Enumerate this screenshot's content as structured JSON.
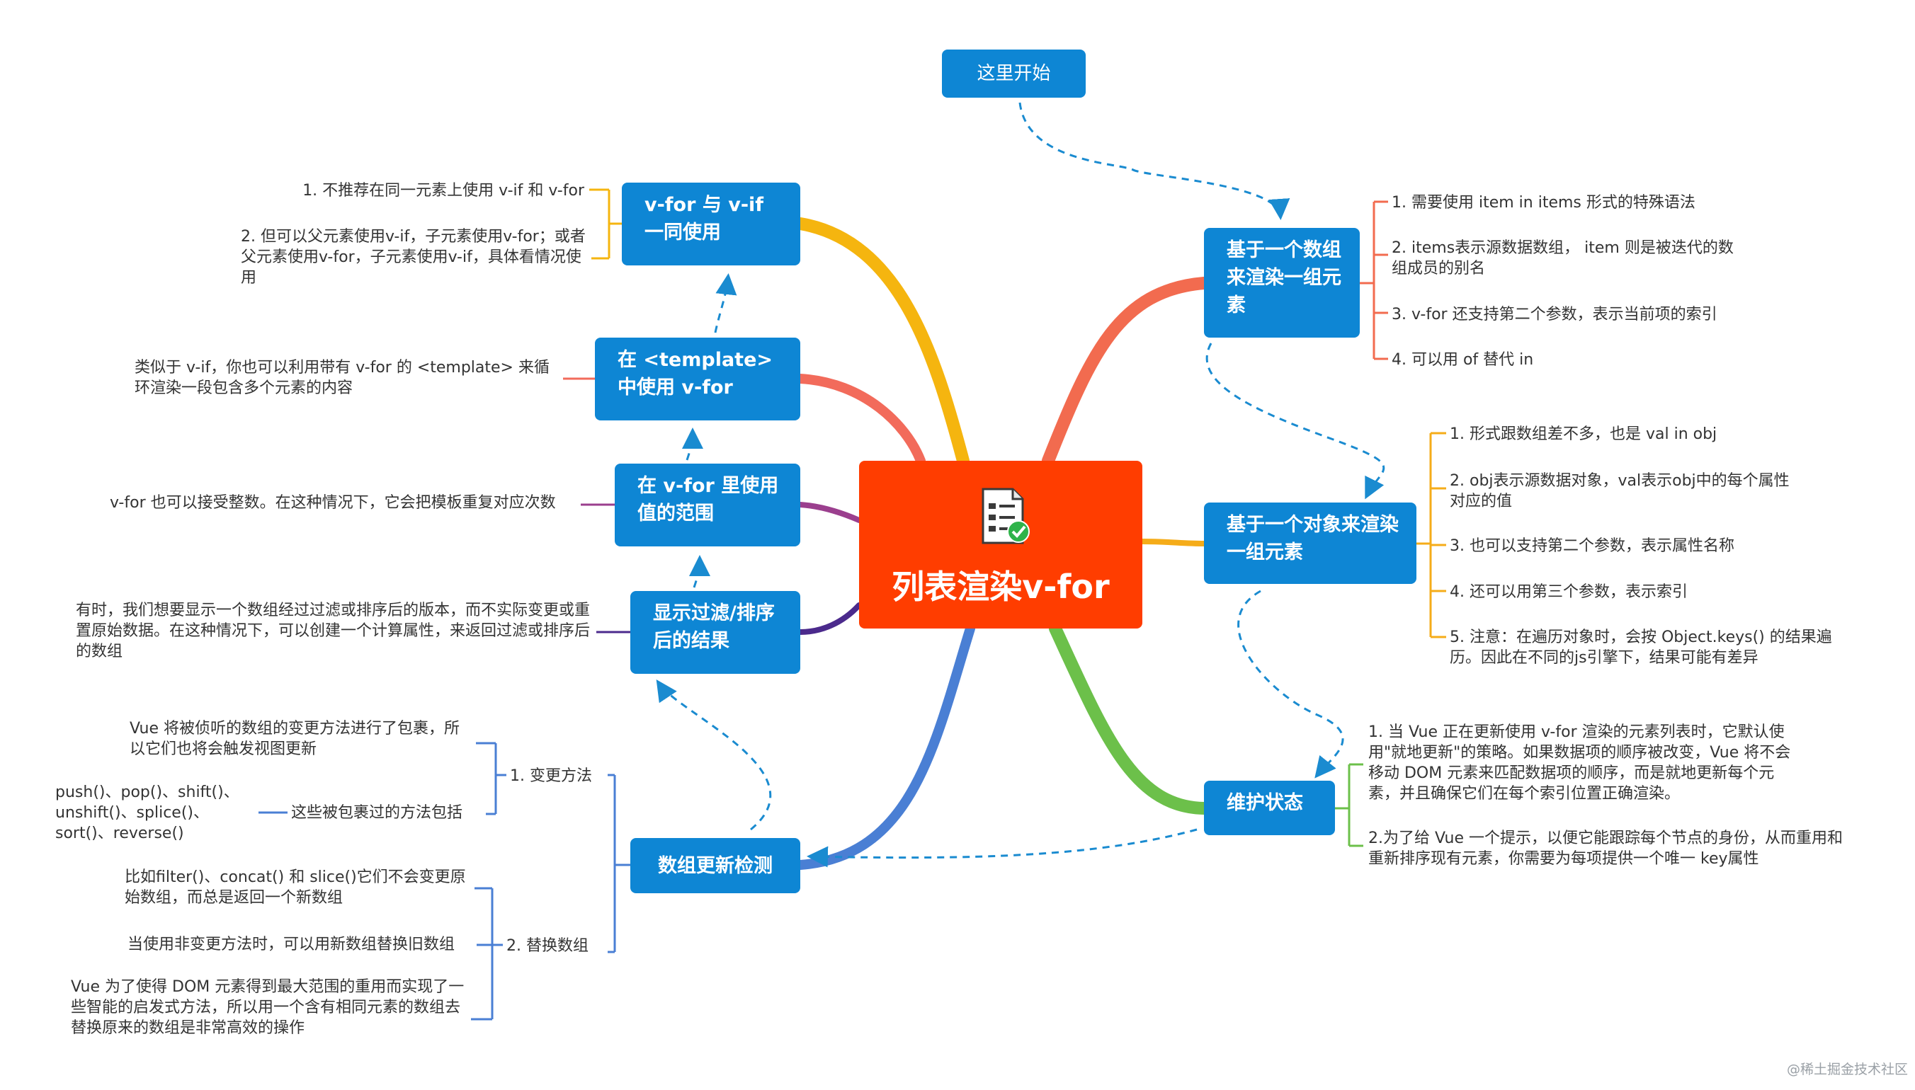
{
  "central": {
    "title": "列表渲染v-for",
    "icon": "checklist-icon"
  },
  "start_node": "这里开始",
  "right_topics": [
    {
      "title": "基于一个数组来渲染一组元素",
      "color": "#f26b4f",
      "items": [
        "1. 需要使用 item in items 形式的特殊语法",
        "2. items表示源数据数组， item 则是被迭代的数组成员的别名",
        "3. v-for 还支持第二个参数，表示当前项的索引",
        "4. 可以用 of 替代 in"
      ]
    },
    {
      "title": "基于一个对象来渲染一组元素",
      "color": "#f5ac19",
      "items": [
        "1. 形式跟数组差不多，也是 val in obj",
        "2. obj表示源数据对象，val表示obj中的每个属性对应的值",
        "3. 也可以支持第二个参数，表示属性名称",
        "4. 还可以用第三个参数，表示索引",
        "5. 注意：在遍历对象时，会按 Object.keys() 的结果遍历。因此在不同的js引擎下，结果可能有差异"
      ]
    },
    {
      "title": "维护状态",
      "color": "#6cc04a",
      "items": [
        "1. 当 Vue 正在更新使用 v-for 渲染的元素列表时，它默认使用\"就地更新\"的策略。如果数据项的顺序被改变，Vue 将不会移动 DOM 元素来匹配数据项的顺序，而是就地更新每个元素，并且确保它们在每个索引位置正确渲染。",
        "2.为了给 Vue 一个提示，以便它能跟踪每个节点的身份，从而重用和重新排序现有元素，你需要为每项提供一个唯一 key属性"
      ]
    }
  ],
  "left_topics": [
    {
      "title": "v-for 与 v-if 一同使用",
      "color": "#f5b50f",
      "items": [
        "1. 不推荐在同一元素上使用 v-if 和 v-for",
        "2. 但可以父元素使用v-if，子元素使用v-for；或者父元素使用v-for，子元素使用v-if，具体看情况使用"
      ]
    },
    {
      "title": "在 <template> 中使用 v-for",
      "color": "#f26b5b",
      "items": [
        "类似于 v-if，你也可以利用带有 v-for 的 <template> 来循环渲染一段包含多个元素的内容"
      ]
    },
    {
      "title": "在 v-for 里使用值的范围",
      "color": "#9b3f8e",
      "items": [
        "v-for 也可以接受整数。在这种情况下，它会把模板重复对应次数"
      ]
    },
    {
      "title": "显示过滤/排序后的结果",
      "color": "#4b2a8c",
      "items": [
        "有时，我们想要显示一个数组经过过滤或排序后的版本，而不实际变更或重置原始数据。在这种情况下，可以创建一个计算属性，来返回过滤或排序后的数组"
      ]
    },
    {
      "title": "数组更新检测",
      "color": "#4a7fd4",
      "groups": [
        {
          "label": "1. 变更方法",
          "items": [
            "Vue 将被侦听的数组的变更方法进行了包裹，所以它们也将会触发视图更新",
            {
              "text": "这些被包裹过的方法包括",
              "sub": "push()、pop()、shift()、unshift()、splice()、sort()、reverse()"
            }
          ]
        },
        {
          "label": "2. 替换数组",
          "items": [
            "比如filter()、concat() 和 slice()它们不会变更原始数组，而总是返回一个新数组",
            "当使用非变更方法时，可以用新数组替换旧数组",
            "Vue 为了使得 DOM 元素得到最大范围的重用而实现了一些智能的启发式方法，所以用一个含有相同元素的数组去替换原来的数组是非常高效的操作"
          ]
        }
      ]
    }
  ],
  "watermark": "@稀土掘金技术社区",
  "colors": {
    "topic": "#0e86d4",
    "central": "#ff3d00",
    "flow_arrow": "#1a8bd0"
  }
}
